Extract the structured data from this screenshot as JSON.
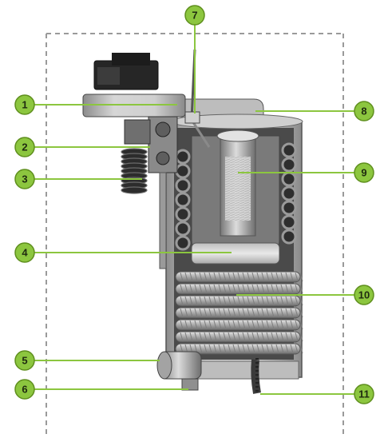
{
  "colors": {
    "callout_fill": "#8cc63f",
    "callout_stroke": "#5f8f1e",
    "leader_line": "#8cc63f",
    "frame_dash": "#9a9a9a",
    "casing": "#c9c9c9",
    "coil": "#b5b5b5",
    "tube": "#3a3a3a"
  },
  "callouts": [
    {
      "id": "c1",
      "label": "1"
    },
    {
      "id": "c2",
      "label": "2"
    },
    {
      "id": "c3",
      "label": "3"
    },
    {
      "id": "c4",
      "label": "4"
    },
    {
      "id": "c5",
      "label": "5"
    },
    {
      "id": "c6",
      "label": "6"
    },
    {
      "id": "c7",
      "label": "7"
    },
    {
      "id": "c8",
      "label": "8"
    },
    {
      "id": "c9",
      "label": "9"
    },
    {
      "id": "c10",
      "label": "10"
    },
    {
      "id": "c11",
      "label": "11"
    }
  ]
}
